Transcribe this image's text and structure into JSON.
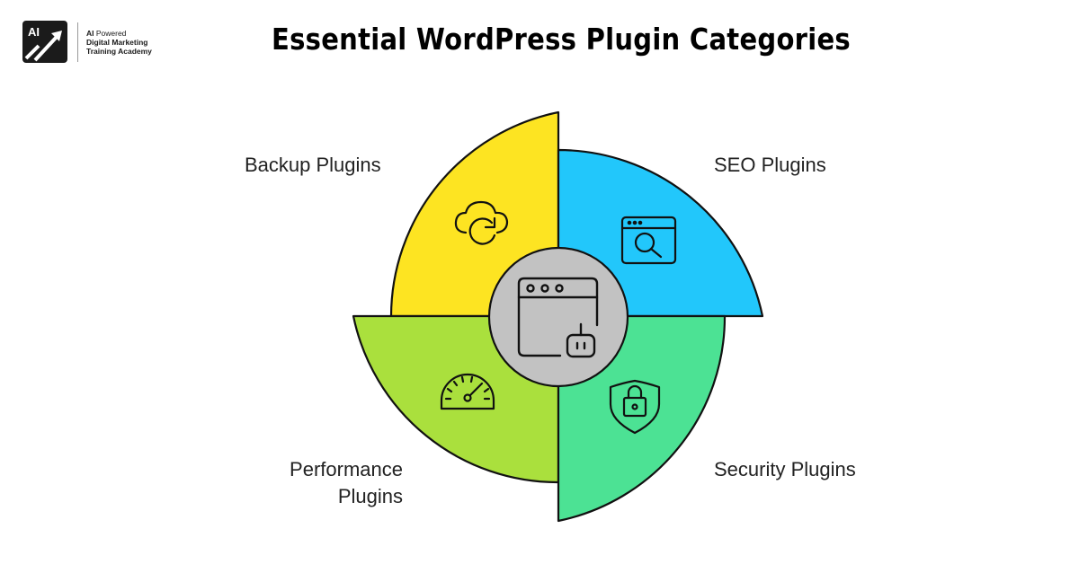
{
  "logo": {
    "mark_text": "AI",
    "line1_bold": "AI",
    "line1_rest": " Powered",
    "line2": "Digital Marketing",
    "line3": "Training Academy"
  },
  "title": "Essential WordPress Plugin Categories",
  "center": {
    "icon": "browser-robot-icon",
    "color": "#C2C2C2"
  },
  "segments": [
    {
      "id": "backup",
      "label": "Backup Plugins",
      "icon": "cloud-sync-icon",
      "color": "#FDE422"
    },
    {
      "id": "seo",
      "label": "SEO Plugins",
      "icon": "browser-search-icon",
      "color": "#22C7FB"
    },
    {
      "id": "performance",
      "label_line1": "Performance",
      "label_line2": "Plugins",
      "icon": "speedometer-icon",
      "color": "#AAE03D"
    },
    {
      "id": "security",
      "label": "Security Plugins",
      "icon": "shield-lock-icon",
      "color": "#4CE294"
    }
  ]
}
